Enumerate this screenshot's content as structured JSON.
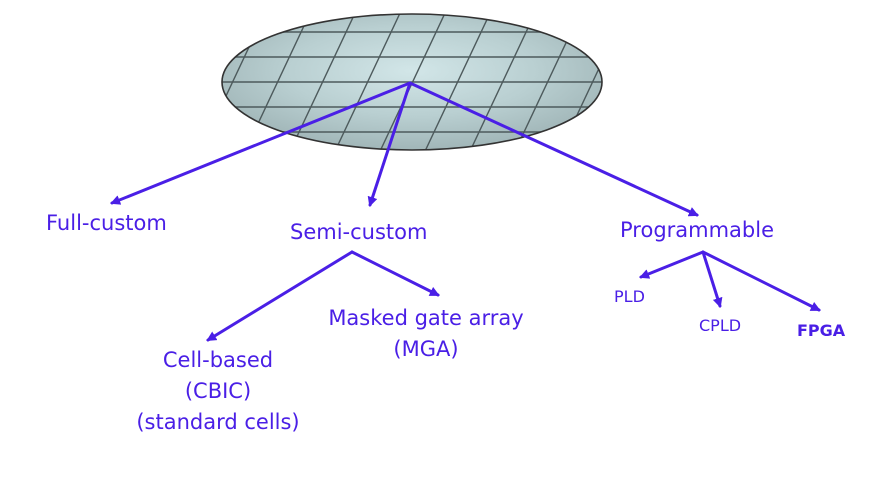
{
  "colors": {
    "arrow": "#4a1fe6",
    "label": "#4a1fe6",
    "wafer_fill": "#b7cdcf",
    "wafer_outline": "#333333",
    "wafer_grid": "#4d5a5c"
  },
  "diagram": {
    "root": "wafer",
    "labels": {
      "full_custom": "Full-custom",
      "semi_custom": "Semi-custom",
      "programmable": "Programmable",
      "masked_gate_array_line1": "Masked gate array",
      "masked_gate_array_line2": "(MGA)",
      "cell_based_line1": "Cell-based",
      "cell_based_line2": "(CBIC)",
      "cell_based_line3": "(standard cells)",
      "pld": "PLD",
      "cpld": "CPLD",
      "fpga": "FPGA"
    }
  }
}
